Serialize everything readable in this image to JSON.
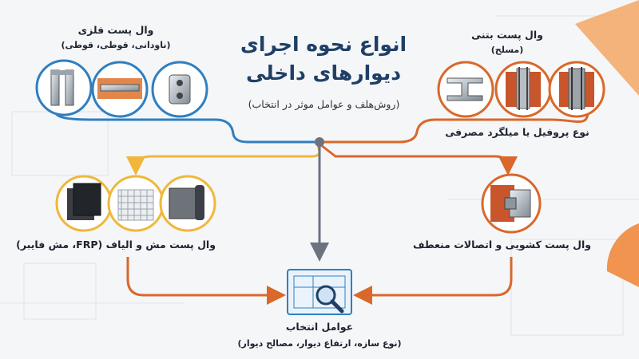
{
  "title_line1": "انواع نحوه اجرای",
  "title_line2": "دیوارهای داخلی",
  "subtitle": "(روش‌هلف و عوامل موثر در انتخاب)",
  "metal": {
    "label": "وال پست فلزی",
    "sub": "(ناودانی، قوطی، قوطی)"
  },
  "concrete": {
    "label": "وال پست بتنی",
    "sub": "(مسلح)"
  },
  "profile_label": "نوع پروفیل یا میلگرد مصرفی",
  "mesh_label": "وال پست مش و الیاف (FRP، مش فایبر)",
  "connection_label": "وال پست کشویی و اتصالات منعطف",
  "factors": {
    "label": "عوامل انتخاب",
    "sub": "(نوع سازه، ارتفاع دیوار، مصالح دیوار)"
  },
  "colors": {
    "navy": "#1f3f66",
    "blue": "#2f7fc1",
    "orange": "#d9682a",
    "yellow": "#f0b73a",
    "gray": "#6b7380"
  }
}
